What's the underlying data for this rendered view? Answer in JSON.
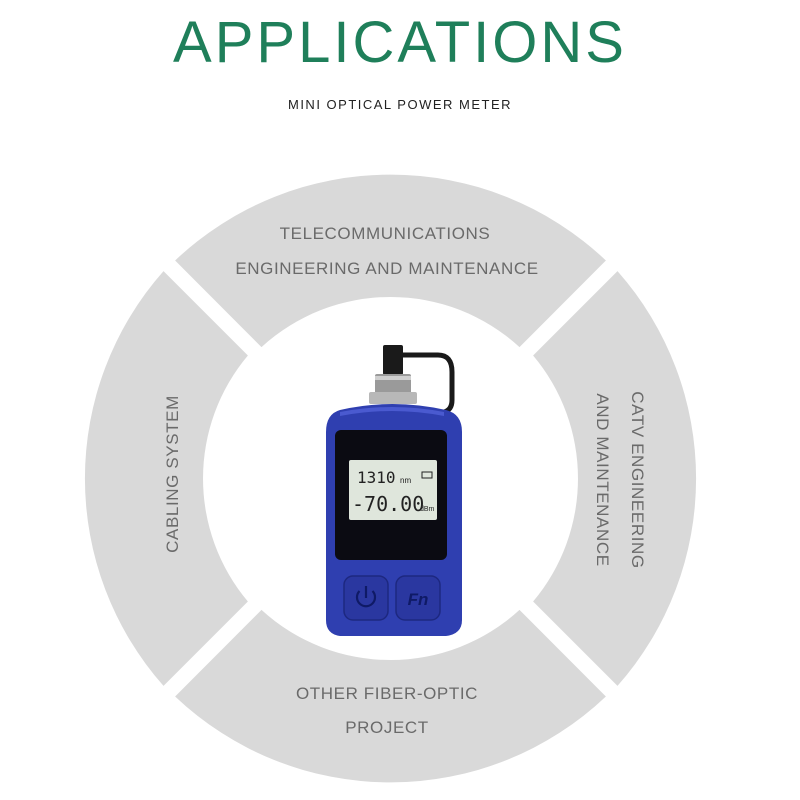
{
  "header": {
    "title": "APPLICATIONS",
    "subtitle": "MINI OPTICAL POWER METER"
  },
  "segments": {
    "top": {
      "line1": "TELECOMMUNICATIONS",
      "line2": "ENGINEERING AND MAINTENANCE"
    },
    "right": {
      "line1": "CATV ENGINEERING",
      "line2": "AND MAINTENANCE"
    },
    "bottom": {
      "line1": "OTHER FIBER-OPTIC",
      "line2": "PROJECT"
    },
    "left": {
      "line1": "CABLING SYSTEM"
    }
  },
  "device": {
    "wavelength": "1310",
    "wavelength_unit": "nm",
    "power": "-70.00",
    "power_unit": "dBm",
    "power_button_icon": "power-icon",
    "function_button_label": "Fn"
  },
  "colors": {
    "title": "#1f7f5a",
    "segment": "#d9d9d9",
    "device_body": "#2f3fb0",
    "screen": "#dfe6dc"
  }
}
